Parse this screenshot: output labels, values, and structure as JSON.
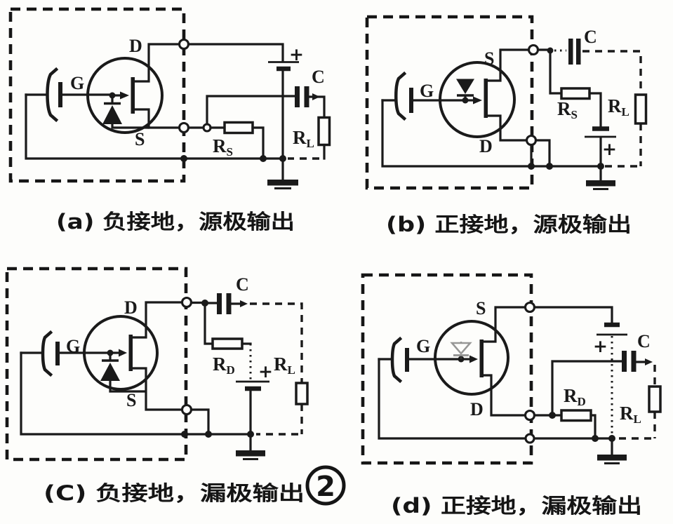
{
  "figure": {
    "badge_number": "2",
    "ink_color": "#1a1a1a",
    "paper_color": "#fdfdfb"
  },
  "circuits": [
    {
      "id": "a",
      "caption": "(a) 负接地，源极输出",
      "gate_label": "G",
      "top_terminal_label": "D",
      "bottom_terminal_label": "S",
      "bias_resistor": {
        "main": "R",
        "sub": "S"
      },
      "load_resistor": {
        "main": "R",
        "sub": "L"
      },
      "capacitor_label": "C",
      "battery_plus": "+"
    },
    {
      "id": "b",
      "caption": "(b) 正接地，源极输出",
      "gate_label": "G",
      "top_terminal_label": "S",
      "bottom_terminal_label": "D",
      "bias_resistor": {
        "main": "R",
        "sub": "S"
      },
      "load_resistor": {
        "main": "R",
        "sub": "L"
      },
      "capacitor_label": "C",
      "battery_plus": "+"
    },
    {
      "id": "c",
      "caption": "(C) 负接地，漏极输出",
      "gate_label": "G",
      "top_terminal_label": "D",
      "bottom_terminal_label": "S",
      "bias_resistor": {
        "main": "R",
        "sub": "D"
      },
      "load_resistor": {
        "main": "R",
        "sub": "L"
      },
      "capacitor_label": "C",
      "battery_plus": "+"
    },
    {
      "id": "d",
      "caption": "(d) 正接地，漏极输出",
      "gate_label": "G",
      "top_terminal_label": "S",
      "bottom_terminal_label": "D",
      "bias_resistor": {
        "main": "R",
        "sub": "D"
      },
      "load_resistor": {
        "main": "R",
        "sub": "L"
      },
      "capacitor_label": "C",
      "battery_plus": "+"
    }
  ]
}
